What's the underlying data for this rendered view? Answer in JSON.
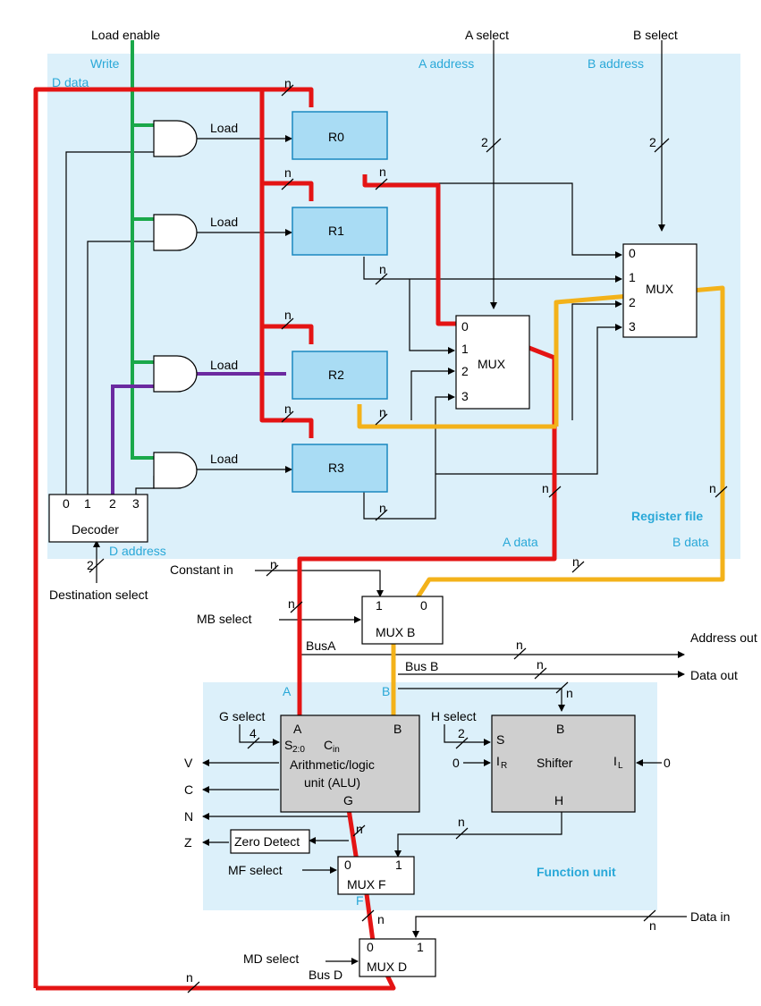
{
  "colors": {
    "register_file_bg": "#dcf0fa",
    "function_unit_bg": "#dcf0fa",
    "register_fill": "#a9dcf4",
    "alu_fill": "#cfcfcf",
    "label_cyan": "#29a8d8",
    "path_red": "#e41414",
    "path_green": "#1aa84a",
    "path_purple": "#6b2aa0",
    "path_yellow": "#f3b21a"
  },
  "top_labels": {
    "load_enable": "Load enable",
    "a_select": "A select",
    "b_select": "B select"
  },
  "register_file": {
    "title": "Register file",
    "write": "Write",
    "d_data": "D data",
    "a_address": "A address",
    "b_address": "B address",
    "d_address": "D address",
    "a_data": "A data",
    "b_data": "B data",
    "registers": [
      "R0",
      "R1",
      "R2",
      "R3"
    ],
    "load_label": "Load",
    "decoder": {
      "label": "Decoder",
      "outputs": [
        "0",
        "1",
        "2",
        "3"
      ]
    },
    "mux_a": {
      "label": "MUX",
      "inputs": [
        "0",
        "1",
        "2",
        "3"
      ]
    },
    "mux_b": {
      "label": "MUX",
      "inputs": [
        "0",
        "1",
        "2",
        "3"
      ]
    }
  },
  "bus_width_n": "n",
  "select_widths": {
    "a": "2",
    "b": "2",
    "dest": "2",
    "g": "4",
    "h": "2"
  },
  "destination_select": "Destination select",
  "constant_in": "Constant in",
  "mb_select": "MB select",
  "mux_b_unit": {
    "label": "MUX B",
    "in1": "1",
    "in0": "0"
  },
  "bus_a": "BusA",
  "bus_b": "Bus B",
  "address_out": "Address out",
  "data_out": "Data out",
  "function_unit": {
    "title": "Function unit",
    "a_label": "A",
    "b_label": "B",
    "g_select": "G select",
    "h_select": "H select",
    "alu": {
      "a": "A",
      "b": "B",
      "s": "S",
      "s_sub": "2:0",
      "cin": "C",
      "cin_sub": "in",
      "line1": "Arithmetic/logic",
      "line2": "unit (ALU)",
      "g": "G"
    },
    "shifter": {
      "label": "Shifter",
      "b": "B",
      "s": "S",
      "ir": "I",
      "ir_sub": "R",
      "il": "I",
      "il_sub": "L",
      "h": "H",
      "zero_left": "0",
      "zero_right": "0"
    },
    "flags": [
      "V",
      "C",
      "N",
      "Z"
    ],
    "zero_detect": "Zero Detect",
    "mf_select": "MF select",
    "mux_f": {
      "label": "MUX F",
      "in0": "0",
      "in1": "1"
    },
    "f_label": "F"
  },
  "data_in": "Data in",
  "md_select": "MD select",
  "mux_d": {
    "label": "MUX D",
    "in0": "0",
    "in1": "1"
  },
  "bus_d": "Bus D"
}
